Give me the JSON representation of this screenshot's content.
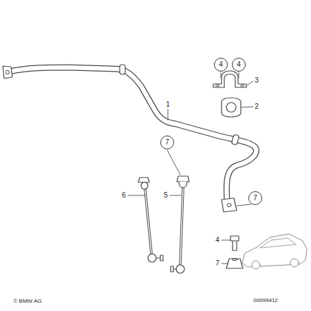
{
  "diagram": {
    "nodes": [
      {
        "text": [
          "4"
        ]
      },
      {
        "text": [
          "4"
        ]
      },
      {
        "text": [
          "7"
        ]
      },
      {
        "text": [
          "7"
        ]
      }
    ],
    "labels": [
      "3",
      "2",
      "1",
      "5",
      "6",
      "4",
      "7",
      "© BMW AG",
      "00099412"
    ]
  }
}
